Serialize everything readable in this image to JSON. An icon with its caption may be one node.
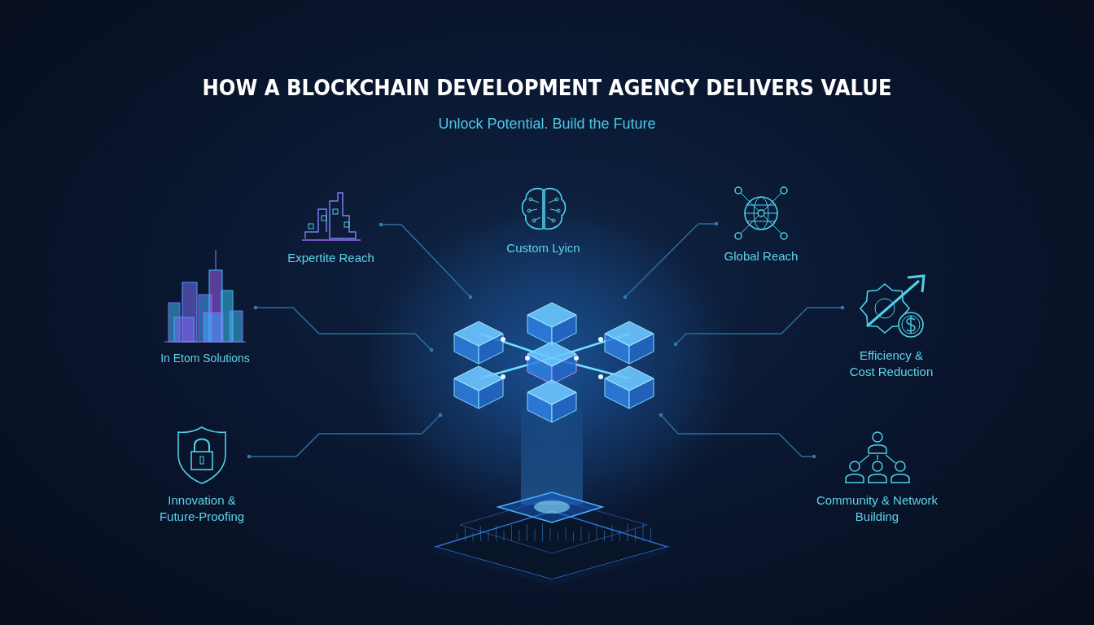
{
  "diagram": {
    "title": "HOW A BLOCKCHAIN DEVELOPMENT AGENCY DELIVERS VALUE",
    "nodes": [
      {
        "text": [
          "Expertite Reach"
        ]
      },
      {
        "text": [
          "Custom Lyicn"
        ]
      },
      {
        "text": [
          "Global Reach"
        ]
      },
      {
        "text": [
          "In Etom Solutions"
        ]
      },
      {
        "text": [
          "Efficiency & Cost Reduction"
        ]
      },
      {
        "text": [
          "Innovation & Future-Proofing"
        ]
      },
      {
        "text": [
          "Community & Network Building"
        ]
      },
      {
        "text": [],
        "shape": "picture"
      }
    ],
    "edges": [
      {
        "from": 0,
        "to": 7,
        "arrow": "other"
      },
      {
        "from": 2,
        "to": 7,
        "arrow": "other"
      },
      {
        "from": 3,
        "to": 7,
        "arrow": "other"
      },
      {
        "from": 4,
        "to": 7,
        "arrow": "other"
      },
      {
        "from": 5,
        "to": 7,
        "arrow": "other"
      },
      {
        "from": 6,
        "to": 7,
        "arrow": "other"
      }
    ],
    "labels": [
      "Unlock Potential. Build the Future"
    ]
  }
}
